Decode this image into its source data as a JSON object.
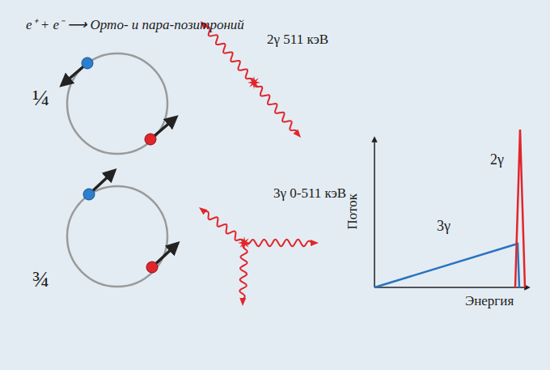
{
  "diagram": {
    "labels": [
      "e⁺ + e⁻ ⟶ Орто- и пара-позитроний",
      "¼",
      "¾",
      "2γ 511 кэВ",
      "3γ 0-511 кэВ",
      "Поток",
      "Энергия",
      "2γ",
      "3γ"
    ]
  }
}
